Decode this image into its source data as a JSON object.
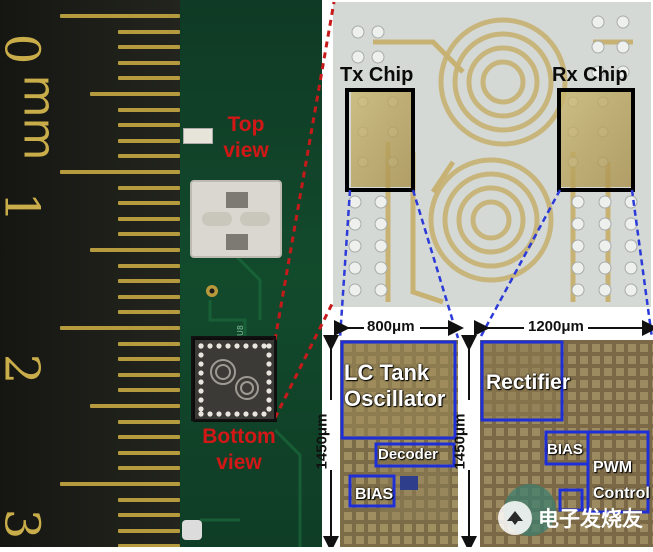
{
  "ruler": {
    "zero": "0",
    "unit": "mm",
    "one": "1",
    "two": "2",
    "three": "3"
  },
  "labels": {
    "top_view": "Top\nview",
    "bottom_view": "Bottom\nview",
    "tx_chip": "Tx Chip",
    "rx_chip": "Rx Chip"
  },
  "dimensions": {
    "tx_width": "800μm",
    "tx_height": "1450μm",
    "rx_width": "1200μm",
    "rx_height": "1450μm"
  },
  "blocks": {
    "lc_tank": "LC Tank\nOscillator",
    "decoder": "Decoder",
    "bias_tx": "BIAS",
    "rectifier": "Rectifier",
    "bias_rx": "BIAS",
    "pwm": "PWM\nControl"
  },
  "watermark": {
    "text": "电子发烧友"
  },
  "colors": {
    "highlight_red": "#d21717",
    "frame_blue": "#1f2fd8",
    "frame_black": "#000000",
    "ruler_gold": "#c9ad4a"
  }
}
